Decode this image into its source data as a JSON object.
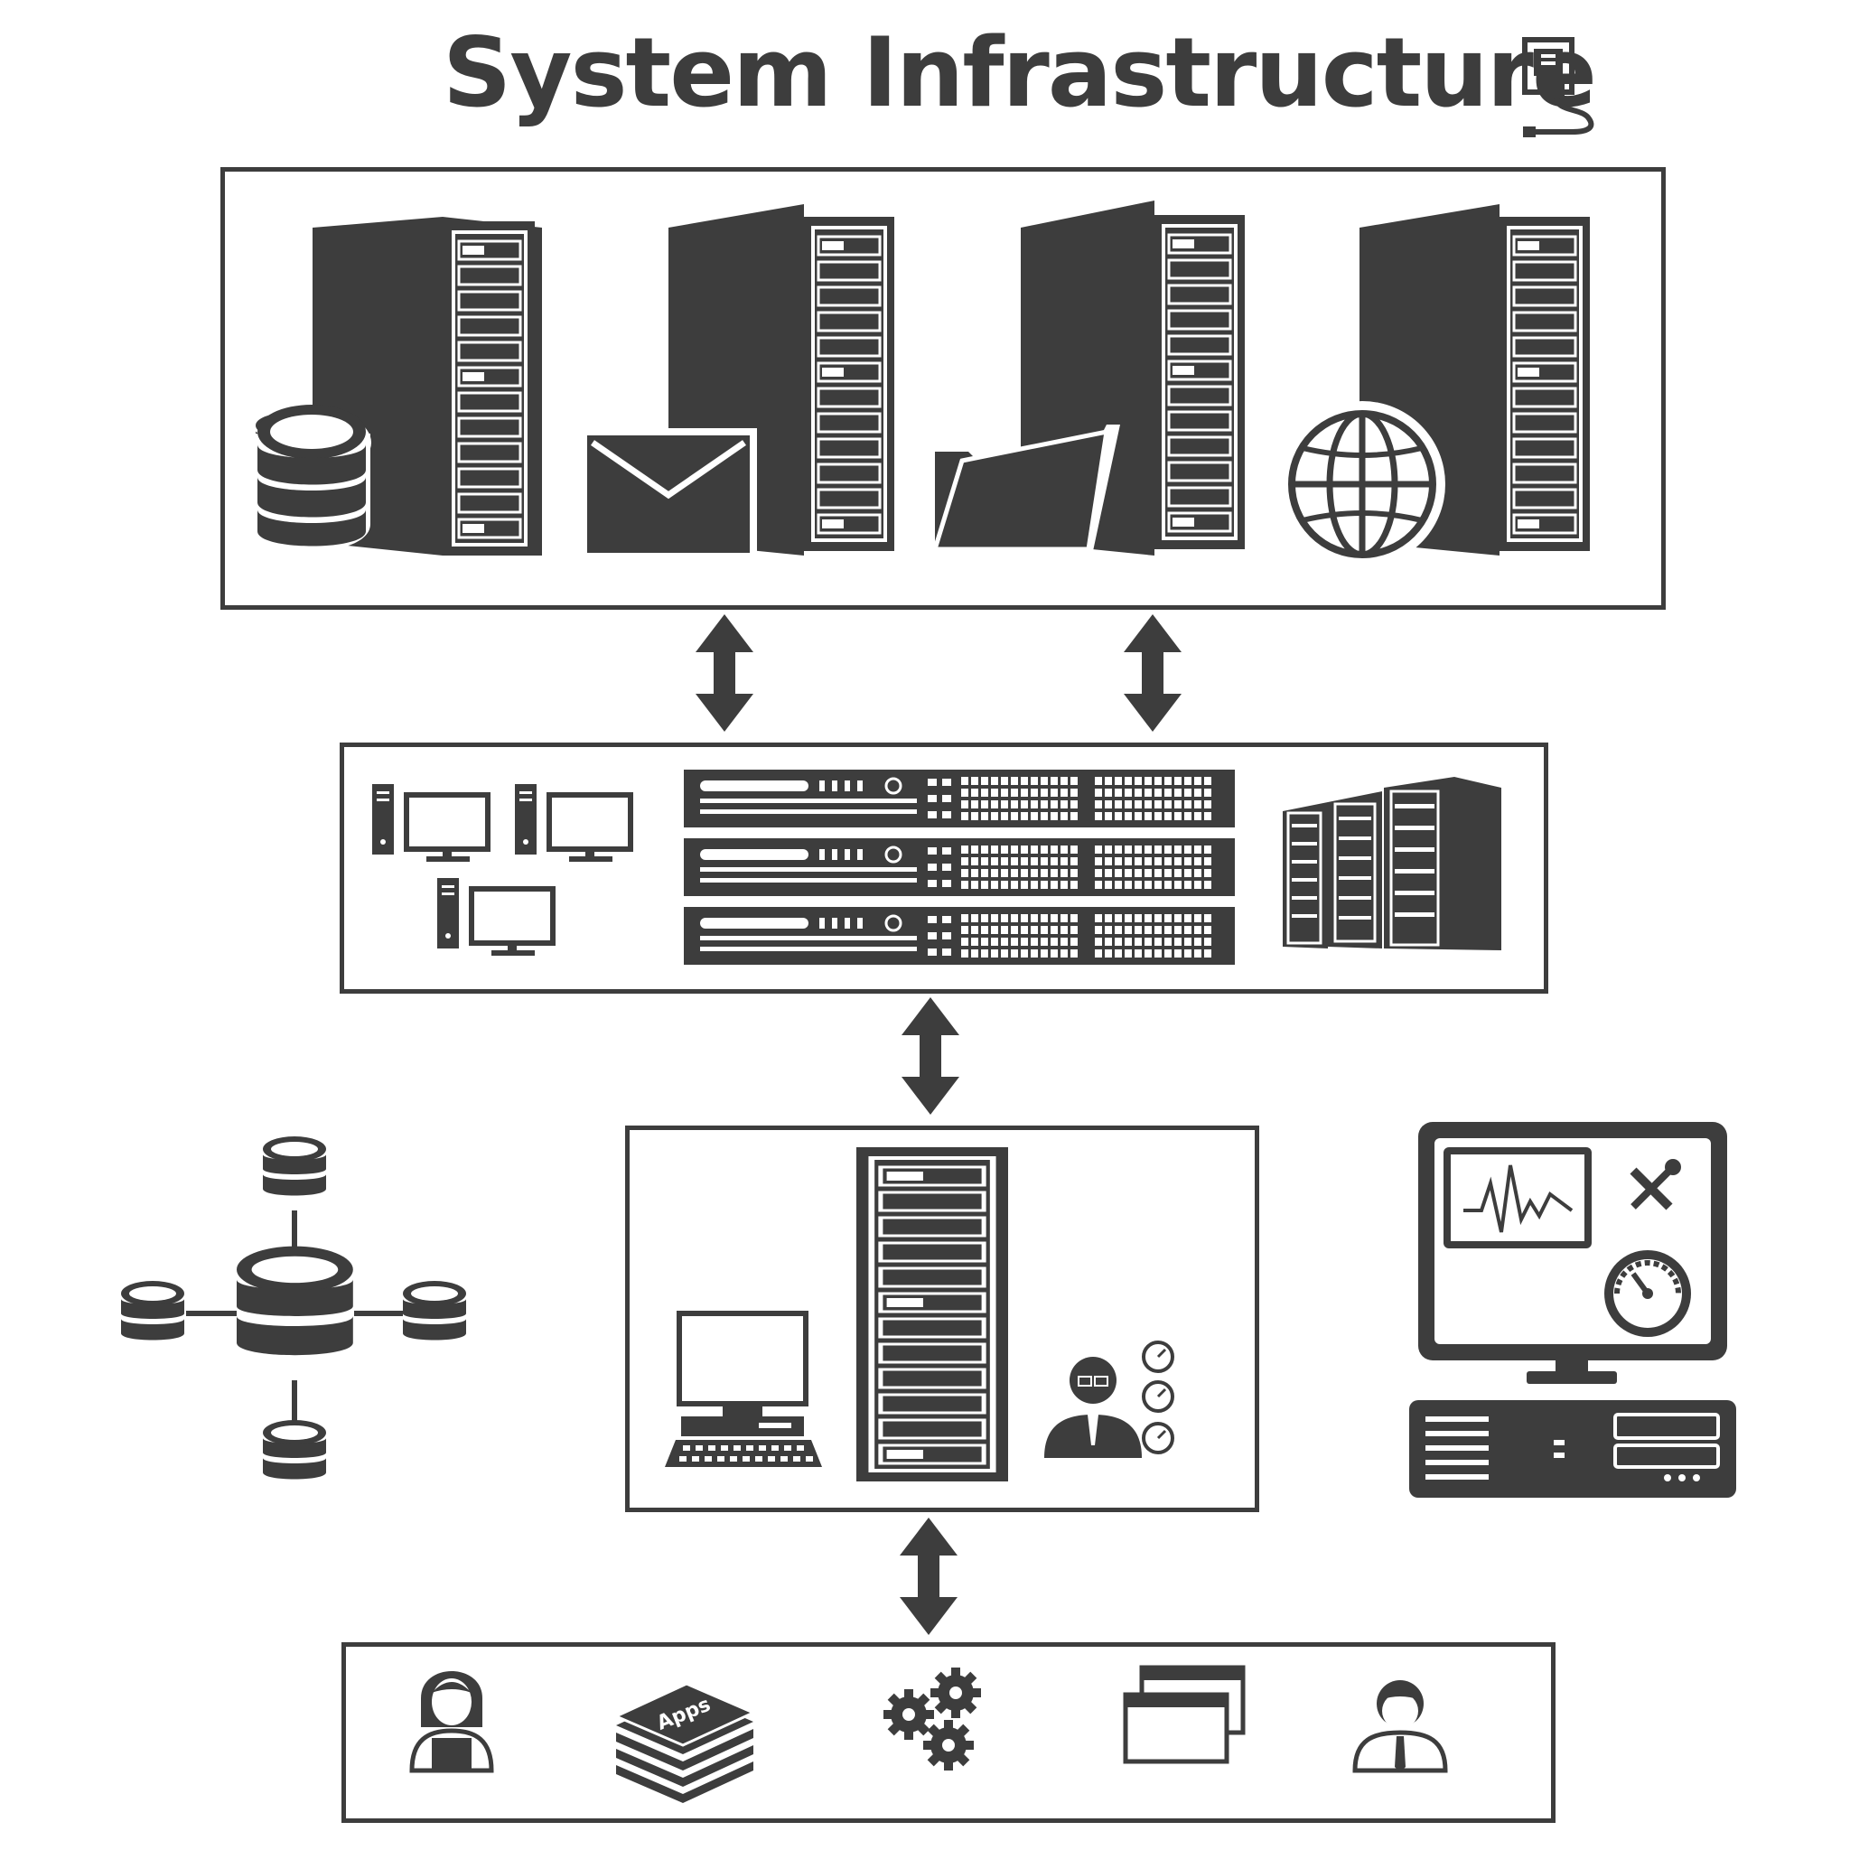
{
  "title": "System Infrastructure",
  "colors": {
    "ink": "#3d3d3d",
    "background": "#ffffff"
  },
  "tiers": [
    {
      "id": "top",
      "icons": [
        "database-icon",
        "mail-icon",
        "folder-icon",
        "globe-icon"
      ],
      "server_count": 4
    },
    {
      "id": "middle",
      "icons": [
        "workstation-icon",
        "workstation-icon",
        "workstation-icon",
        "rack-server-icon",
        "server-cluster-icon"
      ],
      "rack_unit_count": 3
    },
    {
      "id": "center",
      "icons": [
        "desktop-computer-icon",
        "server-tower-icon",
        "admin-user-icon",
        "gauge-icon"
      ]
    },
    {
      "id": "bottom",
      "icons": [
        "female-user-icon",
        "apps-stack-icon",
        "gears-icon",
        "windows-icon",
        "male-user-icon"
      ]
    }
  ],
  "apps_label": "Apps",
  "side_icons": [
    "database-network-icon",
    "monitoring-computer-icon"
  ]
}
